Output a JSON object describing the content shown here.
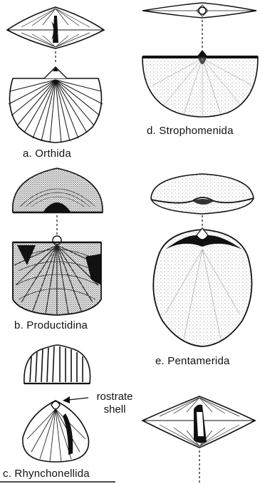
{
  "labels": {
    "orthida": "a. Orthida",
    "productidina": "b. Productidina",
    "rhynchonellida": "c. Rhynchonellida",
    "strophomenida": "d. Strophomenida",
    "pentamerida": "e. Pentamerida"
  },
  "annotation": {
    "line1": "rostrate",
    "line2": "shell"
  },
  "colors": {
    "ink": "#111111",
    "paper": "#ffffff"
  }
}
